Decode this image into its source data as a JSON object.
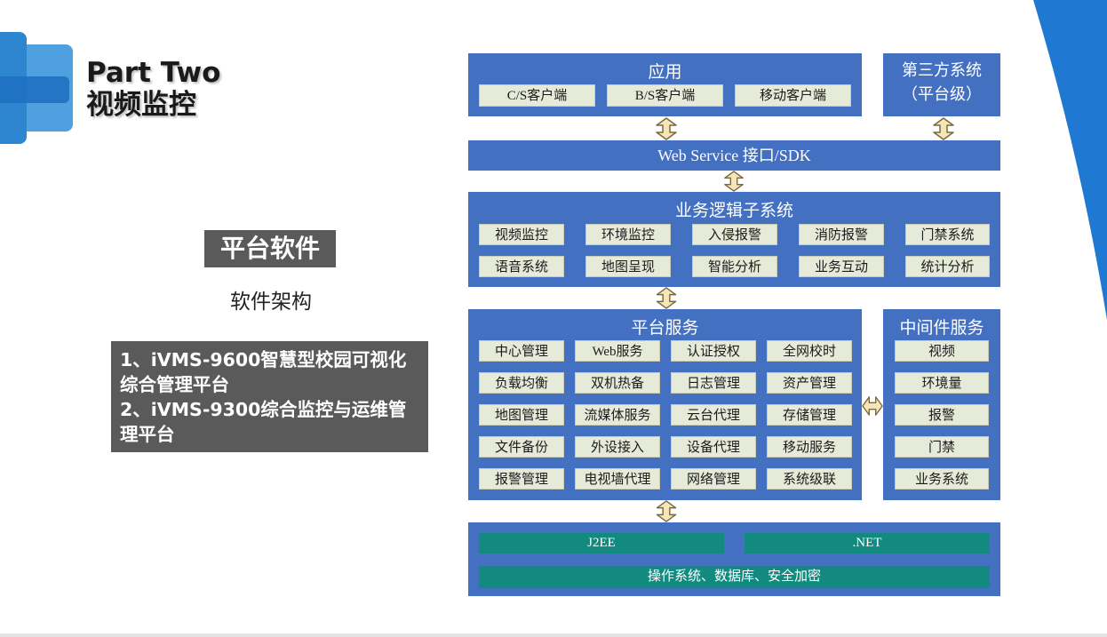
{
  "header": {
    "part": "Part Two",
    "topic": "视频监控"
  },
  "left": {
    "badge": "平台软件",
    "subtitle": "软件架构",
    "items": [
      "1、iVMS-9600智慧型校园可视化综合管理平台",
      "2、iVMS-9300综合监控与运维管理平台"
    ]
  },
  "diagram": {
    "app": {
      "title": "应用",
      "items": [
        "C/S客户端",
        "B/S客户端",
        "移动客户端"
      ]
    },
    "third_party": {
      "line1": "第三方系统",
      "line2": "（平台级）"
    },
    "webservice": "Web Service 接口/SDK",
    "business": {
      "title": "业务逻辑子系统",
      "items": [
        "视频监控",
        "环境监控",
        "入侵报警",
        "消防报警",
        "门禁系统",
        "语音系统",
        "地图呈现",
        "智能分析",
        "业务互动",
        "统计分析"
      ]
    },
    "platform": {
      "title": "平台服务",
      "items": [
        "中心管理",
        "Web服务",
        "认证授权",
        "全网校时",
        "负载均衡",
        "双机热备",
        "日志管理",
        "资产管理",
        "地图管理",
        "流媒体服务",
        "云台代理",
        "存储管理",
        "文件备份",
        "外设接入",
        "设备代理",
        "移动服务",
        "报警管理",
        "电视墙代理",
        "网络管理",
        "系统级联"
      ]
    },
    "middleware": {
      "title": "中间件服务",
      "items": [
        "视频",
        "环境量",
        "报警",
        "门禁",
        "业务系统"
      ]
    },
    "base": {
      "j2ee": "J2EE",
      "net": ".NET",
      "os": "操作系统、数据库、安全加密"
    }
  },
  "colors": {
    "block": "#4470c2",
    "cell": "#e6ead9",
    "teal": "#138a7f",
    "accent": "#1f78d1"
  }
}
